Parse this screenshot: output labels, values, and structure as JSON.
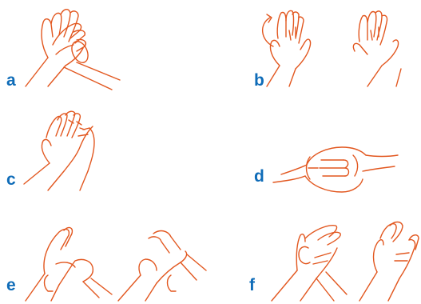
{
  "colors": {
    "line": "#e2571f",
    "label": "#0f6cb8",
    "background": "#ffffff"
  },
  "steps": [
    {
      "label": "a",
      "depicts": "palm-to-palm-rub"
    },
    {
      "label": "b",
      "depicts": "palm-over-back-interlaced-fingers"
    },
    {
      "label": "c",
      "depicts": "palm-to-palm-fingers-interlaced"
    },
    {
      "label": "d",
      "depicts": "backs-of-fingers-interlocked"
    },
    {
      "label": "e",
      "depicts": "rotational-thumb-rub"
    },
    {
      "label": "f",
      "depicts": "fingertips-rotational-rub-in-palm"
    }
  ]
}
